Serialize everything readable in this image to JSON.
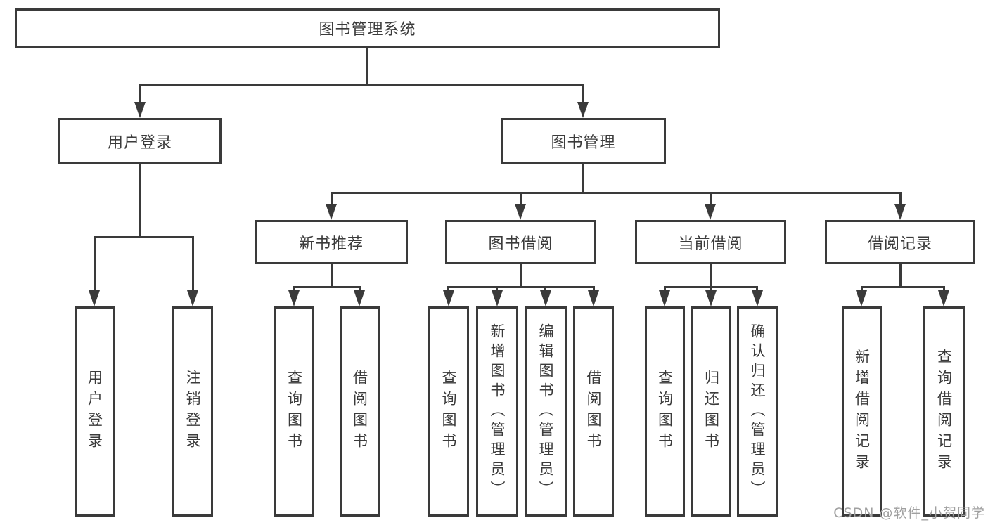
{
  "diagram": {
    "type": "hierarchy-tree",
    "root": {
      "label": "图书管理系统"
    },
    "level2": [
      {
        "id": "user-login",
        "label": "用户登录"
      },
      {
        "id": "book-management",
        "label": "图书管理"
      }
    ],
    "level3": [
      {
        "id": "new-book-recommend",
        "label": "新书推荐",
        "parent": "book-management"
      },
      {
        "id": "book-borrowing",
        "label": "图书借阅",
        "parent": "book-management"
      },
      {
        "id": "current-borrowing",
        "label": "当前借阅",
        "parent": "book-management"
      },
      {
        "id": "borrowing-records",
        "label": "借阅记录",
        "parent": "book-management"
      }
    ],
    "leaves": [
      {
        "label": "用户登录",
        "parent": "user-login"
      },
      {
        "label": "注销登录",
        "parent": "user-login"
      },
      {
        "label": "查询图书",
        "parent": "new-book-recommend"
      },
      {
        "label": "借阅图书",
        "parent": "new-book-recommend"
      },
      {
        "label": "查询图书",
        "parent": "book-borrowing"
      },
      {
        "label": "新增图书（管理员）",
        "parent": "book-borrowing"
      },
      {
        "label": "编辑图书（管理员）",
        "parent": "book-borrowing"
      },
      {
        "label": "借阅图书",
        "parent": "book-borrowing"
      },
      {
        "label": "查询图书",
        "parent": "current-borrowing"
      },
      {
        "label": "归还图书",
        "parent": "current-borrowing"
      },
      {
        "label": "确认归还（管理员）",
        "parent": "current-borrowing"
      },
      {
        "label": "新增借阅记录",
        "parent": "borrowing-records"
      },
      {
        "label": "查询借阅记录",
        "parent": "borrowing-records"
      }
    ],
    "colors": {
      "line": "#3a3a3a",
      "text": "#3b3b3b",
      "background": "#ffffff",
      "watermark": "#a0a0a0"
    }
  },
  "watermark": {
    "text": "CSDN @软件_小贺同学"
  }
}
